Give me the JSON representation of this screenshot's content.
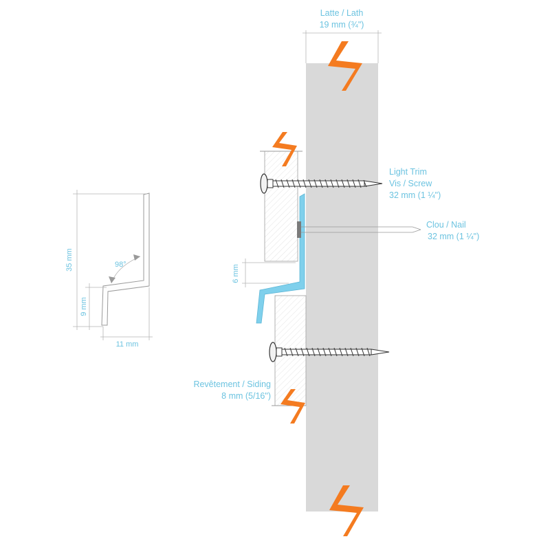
{
  "labels": {
    "lath_line1": "Latte / Lath",
    "lath_line2": "19 mm (¾\")",
    "screw_line1": "Light Trim",
    "screw_line2": "Vis / Screw",
    "screw_line3": "32 mm (1 ¼\")",
    "nail_line1": "Clou / Nail",
    "nail_line2": "32 mm (1 ¼\")",
    "siding_line1": "Revêtement / Siding",
    "siding_line2": "8 mm (5/16\")",
    "dim_gap": "6 mm"
  },
  "profile": {
    "height": "35 mm",
    "angle": "98°",
    "lip_height": "9 mm",
    "depth": "11 mm"
  },
  "colors": {
    "lath": "#d9d9d9",
    "trim": "#7fd0ec",
    "break_mark": "#f47b20",
    "label": "#6cc3e0",
    "line": "#9a9a9a"
  }
}
